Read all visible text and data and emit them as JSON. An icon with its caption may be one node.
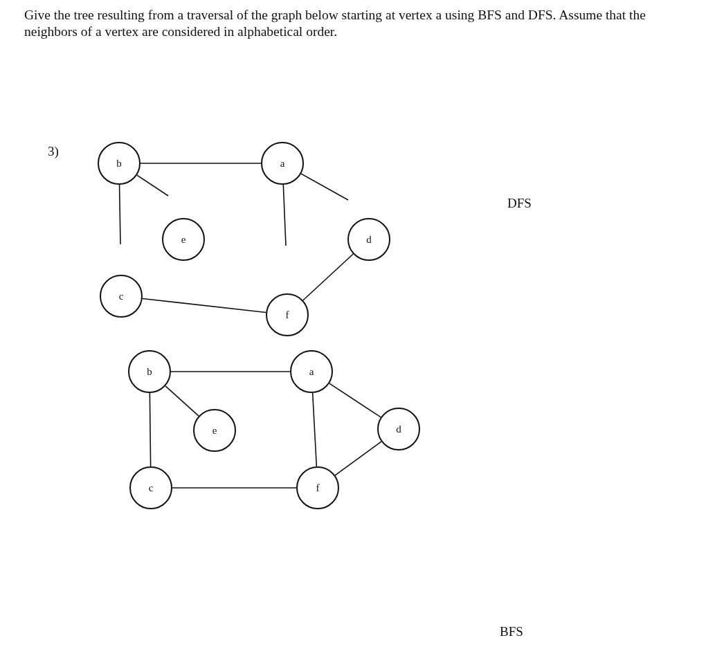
{
  "diagram": {
    "title": "Give the tree resulting from a traversal of the graph below starting at vertex a using BFS and DFS. Assume that the neighbors of a vertex are considered in alphabetical order.",
    "nodes": [
      {
        "text": [
          "b"
        ]
      },
      {
        "text": [
          "a"
        ]
      },
      {
        "text": [
          "e"
        ]
      },
      {
        "text": [
          "d"
        ]
      },
      {
        "text": [
          "c"
        ]
      },
      {
        "text": [
          "f"
        ]
      },
      {
        "text": [
          "b"
        ]
      },
      {
        "text": [
          "a"
        ]
      },
      {
        "text": [
          "e"
        ]
      },
      {
        "text": [
          "d"
        ]
      },
      {
        "text": [
          "c"
        ]
      },
      {
        "text": [
          "f"
        ]
      }
    ],
    "edges": [
      {
        "from": 0,
        "to": 1,
        "arrow": "none"
      },
      {
        "from": 0,
        "to": null,
        "arrow": "none"
      },
      {
        "from": 0,
        "to": null,
        "arrow": "none"
      },
      {
        "from": 1,
        "to": null,
        "arrow": "none"
      },
      {
        "from": 1,
        "to": null,
        "arrow": "none"
      },
      {
        "from": 3,
        "to": 5,
        "arrow": "none"
      },
      {
        "from": 4,
        "to": 5,
        "arrow": "none"
      },
      {
        "from": 6,
        "to": 7,
        "arrow": "none"
      },
      {
        "from": 6,
        "to": 8,
        "arrow": "none"
      },
      {
        "from": 6,
        "to": 10,
        "arrow": "none"
      },
      {
        "from": 7,
        "to": 9,
        "arrow": "none"
      },
      {
        "from": 7,
        "to": 11,
        "arrow": "none"
      },
      {
        "from": 10,
        "to": 11,
        "arrow": "none"
      },
      {
        "from": 11,
        "to": 9,
        "arrow": "none"
      }
    ],
    "labels": [
      "3)",
      "DFS",
      "BFS"
    ]
  }
}
